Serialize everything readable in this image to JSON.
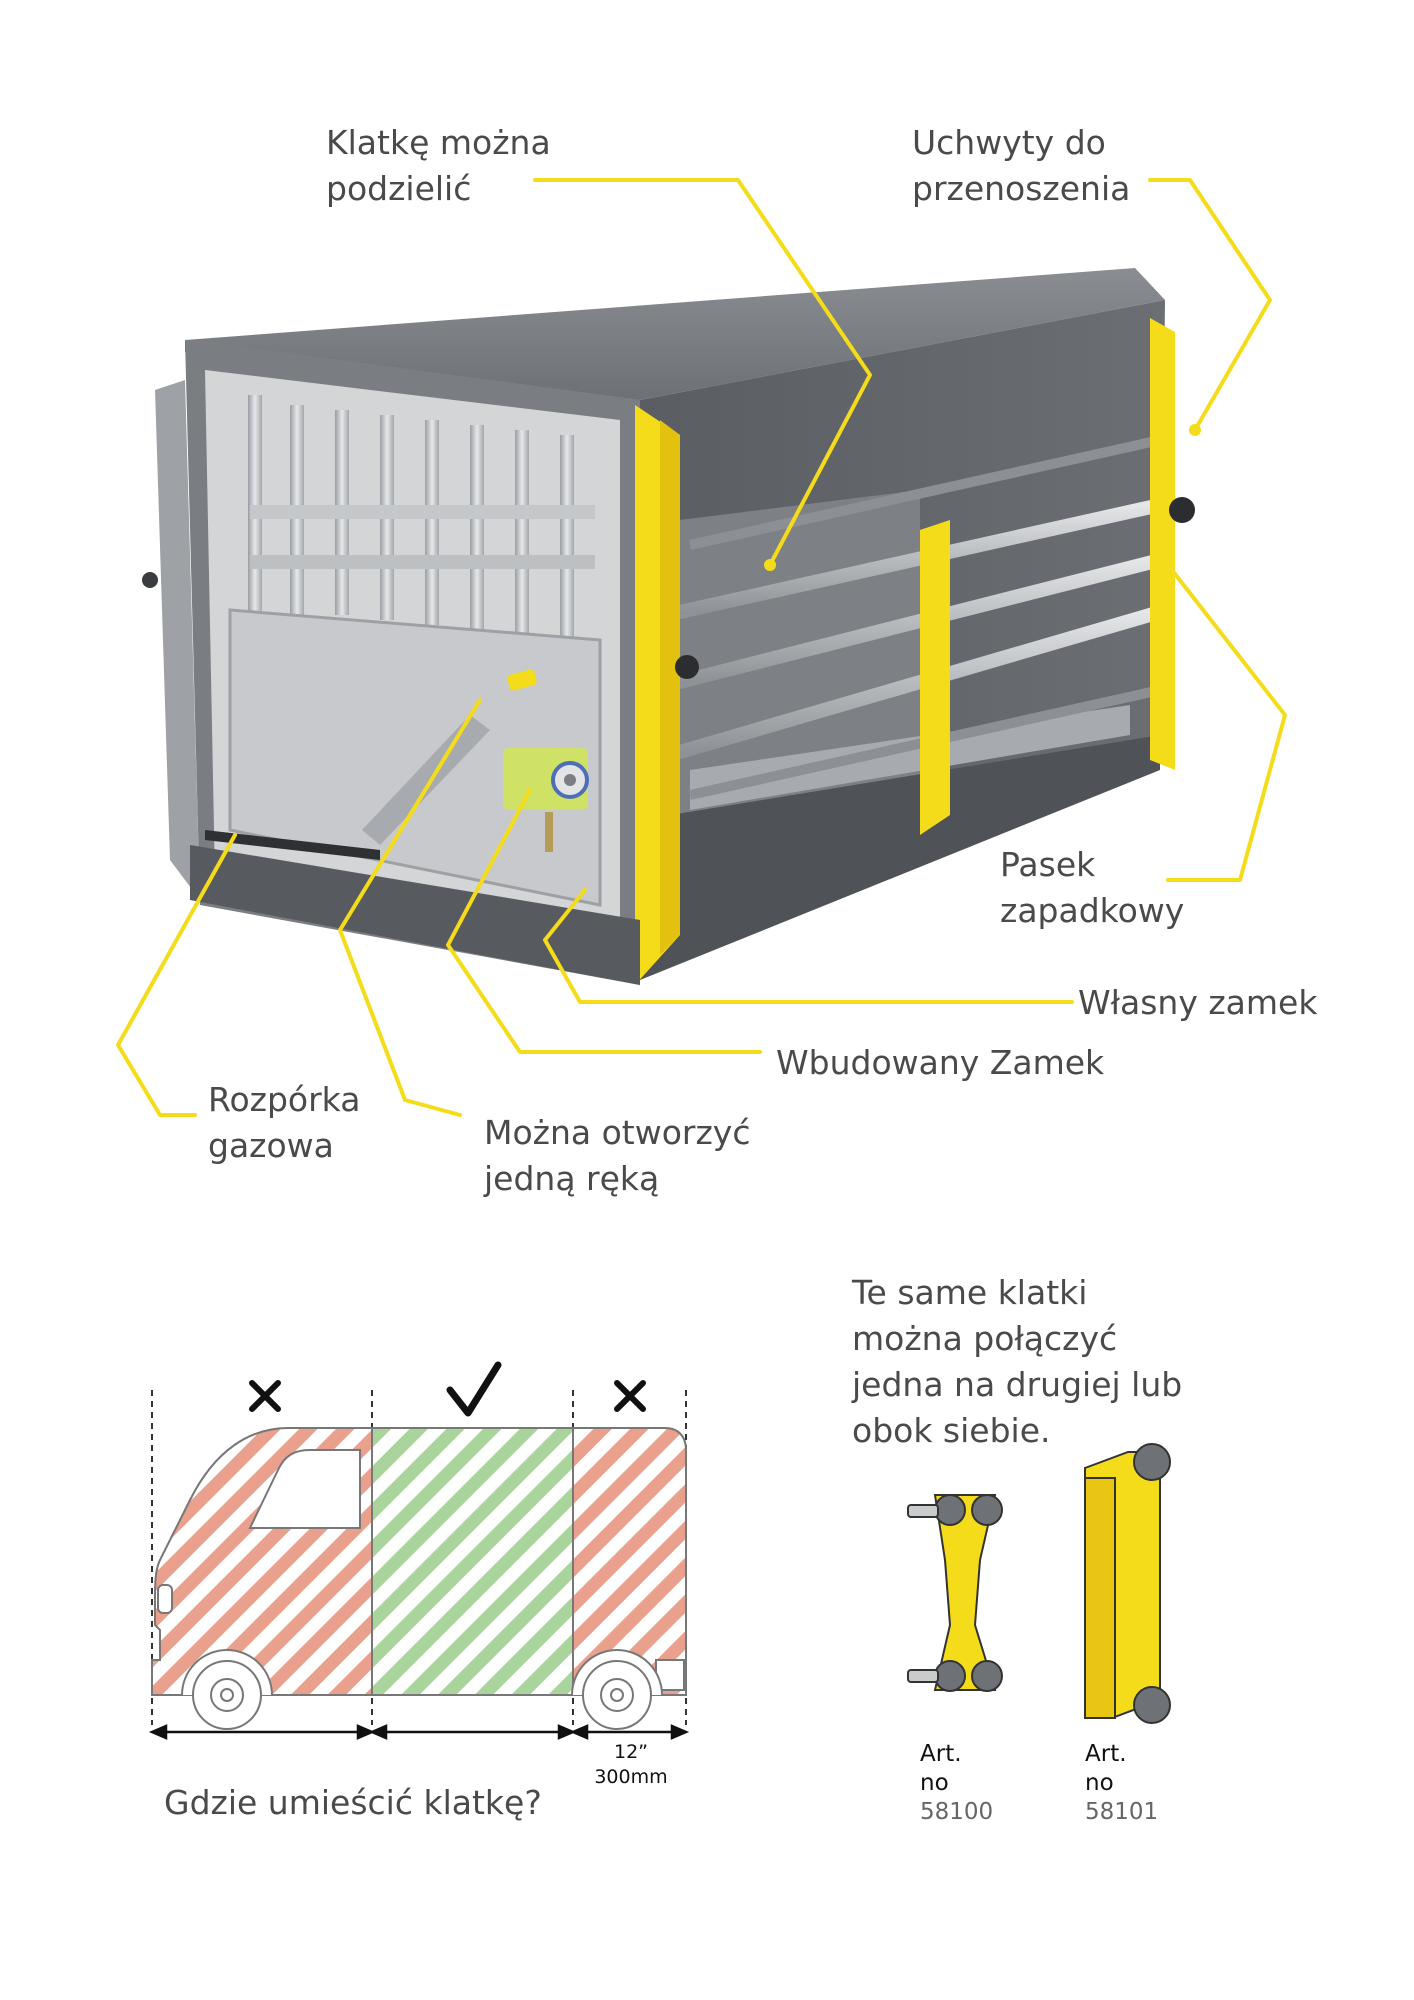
{
  "callouts": {
    "divide": [
      "Klatkę można",
      "podzielić"
    ],
    "handles": [
      "Uchwyty do",
      "przenoszenia"
    ],
    "latch_strap": [
      "Pasek",
      "zapadkowy"
    ],
    "own_lock": "Własny zamek",
    "built_in_lock": "Wbudowany Zamek",
    "gas_strut": [
      "Rozpórka",
      "gazowa"
    ],
    "one_hand": [
      "Można otworzyć",
      "jedną ręką"
    ]
  },
  "placement": {
    "title": "Gdzie umieścić klatkę?",
    "dimension": [
      "12”",
      "300mm"
    ]
  },
  "stacking": {
    "text": [
      "Te same klatki",
      "można połączyć",
      "jedna na drugiej lub",
      "obok siebie."
    ],
    "items": [
      {
        "label": [
          "Art.",
          "no"
        ],
        "number": "58100"
      },
      {
        "label": [
          "Art.",
          "no"
        ],
        "number": "58101"
      }
    ]
  },
  "colors": {
    "accent_yellow": "#f4dc1a",
    "cage_dark": "#5d6166",
    "cage_light": "#b9bcbf",
    "bad_zone": "#e9a08c",
    "good_zone": "#a9d49b"
  }
}
